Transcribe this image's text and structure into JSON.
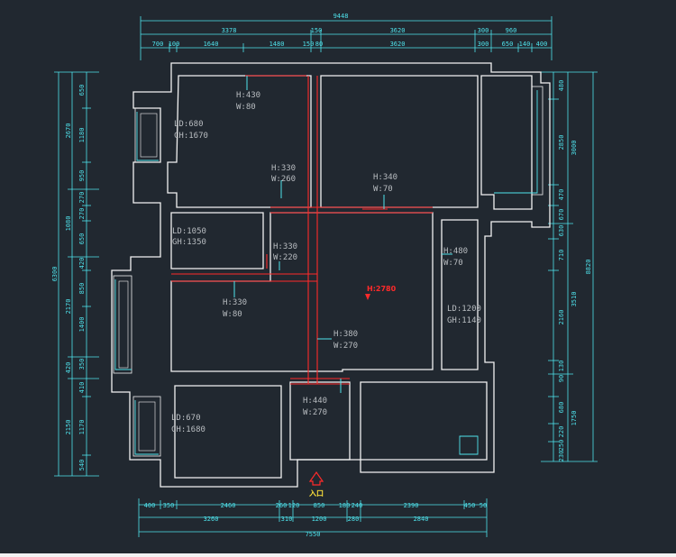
{
  "colors": {
    "background": "#212830",
    "wall": "#f2f2f2",
    "dimension": "#4fe3ec",
    "annotation": "#b8bcc0",
    "highlight": "#ff2a2a",
    "entrance": "#ffe23a"
  },
  "top_dimensions": {
    "overall": "9448",
    "row2": [
      "3378",
      "150",
      "3620",
      "300",
      "960"
    ],
    "row3": [
      "700",
      "100",
      "1640",
      "1480",
      "150",
      "80",
      "3620",
      "300",
      "650",
      "140",
      "400"
    ]
  },
  "bottom_dimensions": {
    "row1": [
      "400",
      "350",
      "2460",
      "260",
      "120",
      "850",
      "180",
      "240",
      "2390",
      "450",
      "50"
    ],
    "row2": [
      "3260",
      "310",
      "1200",
      "280",
      "2840"
    ],
    "overall": "7550"
  },
  "left_dimensions": {
    "overall": "6300",
    "row2": [
      "2670",
      "1080",
      "2170",
      "420",
      "2150"
    ],
    "row3": [
      "650",
      "1180",
      "950",
      "270",
      "270",
      "650",
      "420",
      "850",
      "1400",
      "350",
      "410",
      "1170",
      "540"
    ]
  },
  "right_dimensions": {
    "overall": "8820",
    "row2": [
      "3000",
      "3510",
      "1750"
    ],
    "row3": [
      "480",
      "2850",
      "470",
      "670",
      "630",
      "710",
      "2160",
      "130",
      "90",
      "680",
      "220",
      "250",
      "230"
    ]
  },
  "room_labels": {
    "bedroom1_window": [
      "H:430",
      "W:80"
    ],
    "bedroom1_floor": [
      "LD:680",
      "CH:1670"
    ],
    "bedroom1_door": [
      "H:330",
      "W:260"
    ],
    "master_window": [
      "H:340",
      "W:70"
    ],
    "study_floor": [
      "LD:1050",
      "GH:1350"
    ],
    "study_door": [
      "H:330",
      "W:220"
    ],
    "corridor_beam": [
      "H:330",
      "W:80"
    ],
    "living_height": "H:2780",
    "living_beam": [
      "H:380",
      "W:270"
    ],
    "right_window": [
      "H:480",
      "W:70"
    ],
    "right_floor": [
      "LD:1200",
      "GH:1140"
    ],
    "bedroom3_floor": [
      "LD:670",
      "CH:1680"
    ],
    "entry_beam": [
      "H:440",
      "W:270"
    ]
  },
  "entrance_label": "入口"
}
